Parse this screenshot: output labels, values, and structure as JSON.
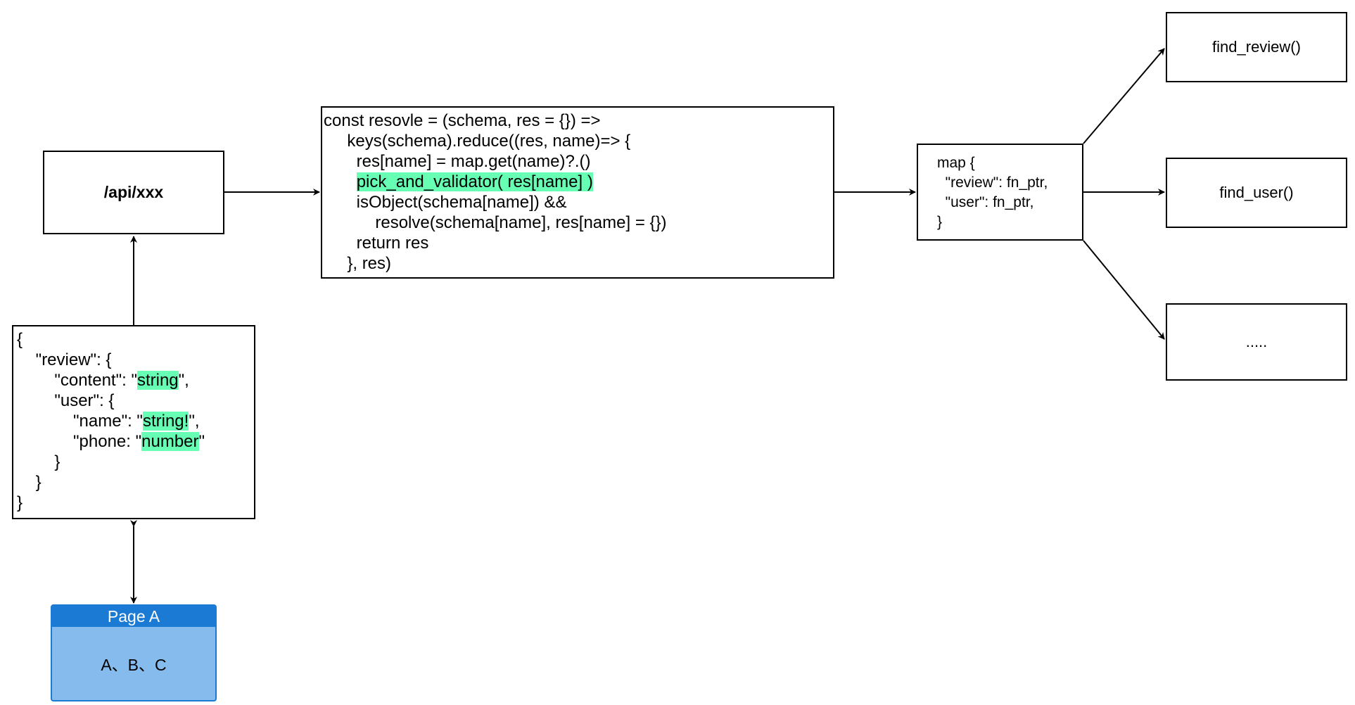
{
  "api_box": {
    "label": "/api/xxx"
  },
  "schema_box": {
    "lines": [
      {
        "pre": "{",
        "hl": "",
        "post": ""
      },
      {
        "pre": "    \"review\": {",
        "hl": "",
        "post": ""
      },
      {
        "pre": "        \"content\": \"",
        "hl": "string",
        "post": "\","
      },
      {
        "pre": "        \"user\": {",
        "hl": "",
        "post": ""
      },
      {
        "pre": "            \"name\": \"",
        "hl": "string!",
        "post": "\","
      },
      {
        "pre": "            \"phone: \"",
        "hl": "number",
        "post": "\""
      },
      {
        "pre": "        }",
        "hl": "",
        "post": ""
      },
      {
        "pre": "    }",
        "hl": "",
        "post": ""
      },
      {
        "pre": "}",
        "hl": "",
        "post": ""
      }
    ]
  },
  "page_a": {
    "title": "Page A",
    "content": "A、B、C"
  },
  "resolve_box": {
    "lines": [
      {
        "pre": "const resovle = (schema, res = {}) =>",
        "hl": "",
        "post": ""
      },
      {
        "pre": "     keys(schema).reduce((res, name)=> {",
        "hl": "",
        "post": ""
      },
      {
        "pre": "       res[name] = map.get(name)?.()",
        "hl": "",
        "post": ""
      },
      {
        "pre": "       ",
        "hl": "pick_and_validator( res[name] )",
        "post": ""
      },
      {
        "pre": "       isObject(schema[name]) &&",
        "hl": "",
        "post": ""
      },
      {
        "pre": "           resolve(schema[name], res[name] = {})",
        "hl": "",
        "post": ""
      },
      {
        "pre": "       return res",
        "hl": "",
        "post": ""
      },
      {
        "pre": "     }, res)",
        "hl": "",
        "post": ""
      }
    ]
  },
  "map_box": {
    "lines": [
      "map {",
      "  \"review\": fn_ptr,",
      "  \"user\": fn_ptr,",
      "}"
    ]
  },
  "targets": {
    "find_review": "find_review()",
    "find_user": "find_user()",
    "more": "....."
  },
  "colors": {
    "highlight": "#66ffb3",
    "page_header": "#1a7ad4",
    "page_body": "#85bbed"
  }
}
